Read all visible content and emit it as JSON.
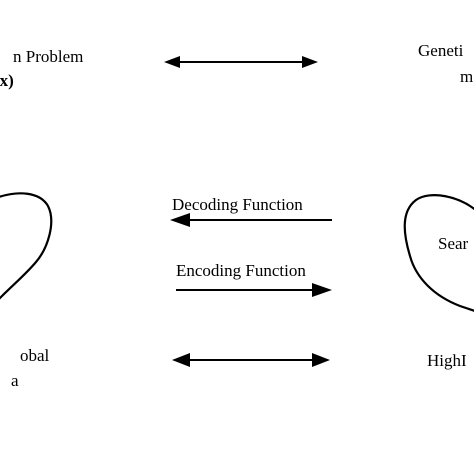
{
  "left_panel": {
    "problem_line1": "n Problem",
    "problem_line2": "(x)",
    "bottom_line1": "obal",
    "bottom_line2": "a"
  },
  "right_panel": {
    "top_line1": "Geneti",
    "top_line2": "m",
    "blob_label": "Sear",
    "bottom_label": "HighI"
  },
  "arrows": {
    "decoding_label": "Decoding Function",
    "encoding_label": "Encoding Function"
  }
}
